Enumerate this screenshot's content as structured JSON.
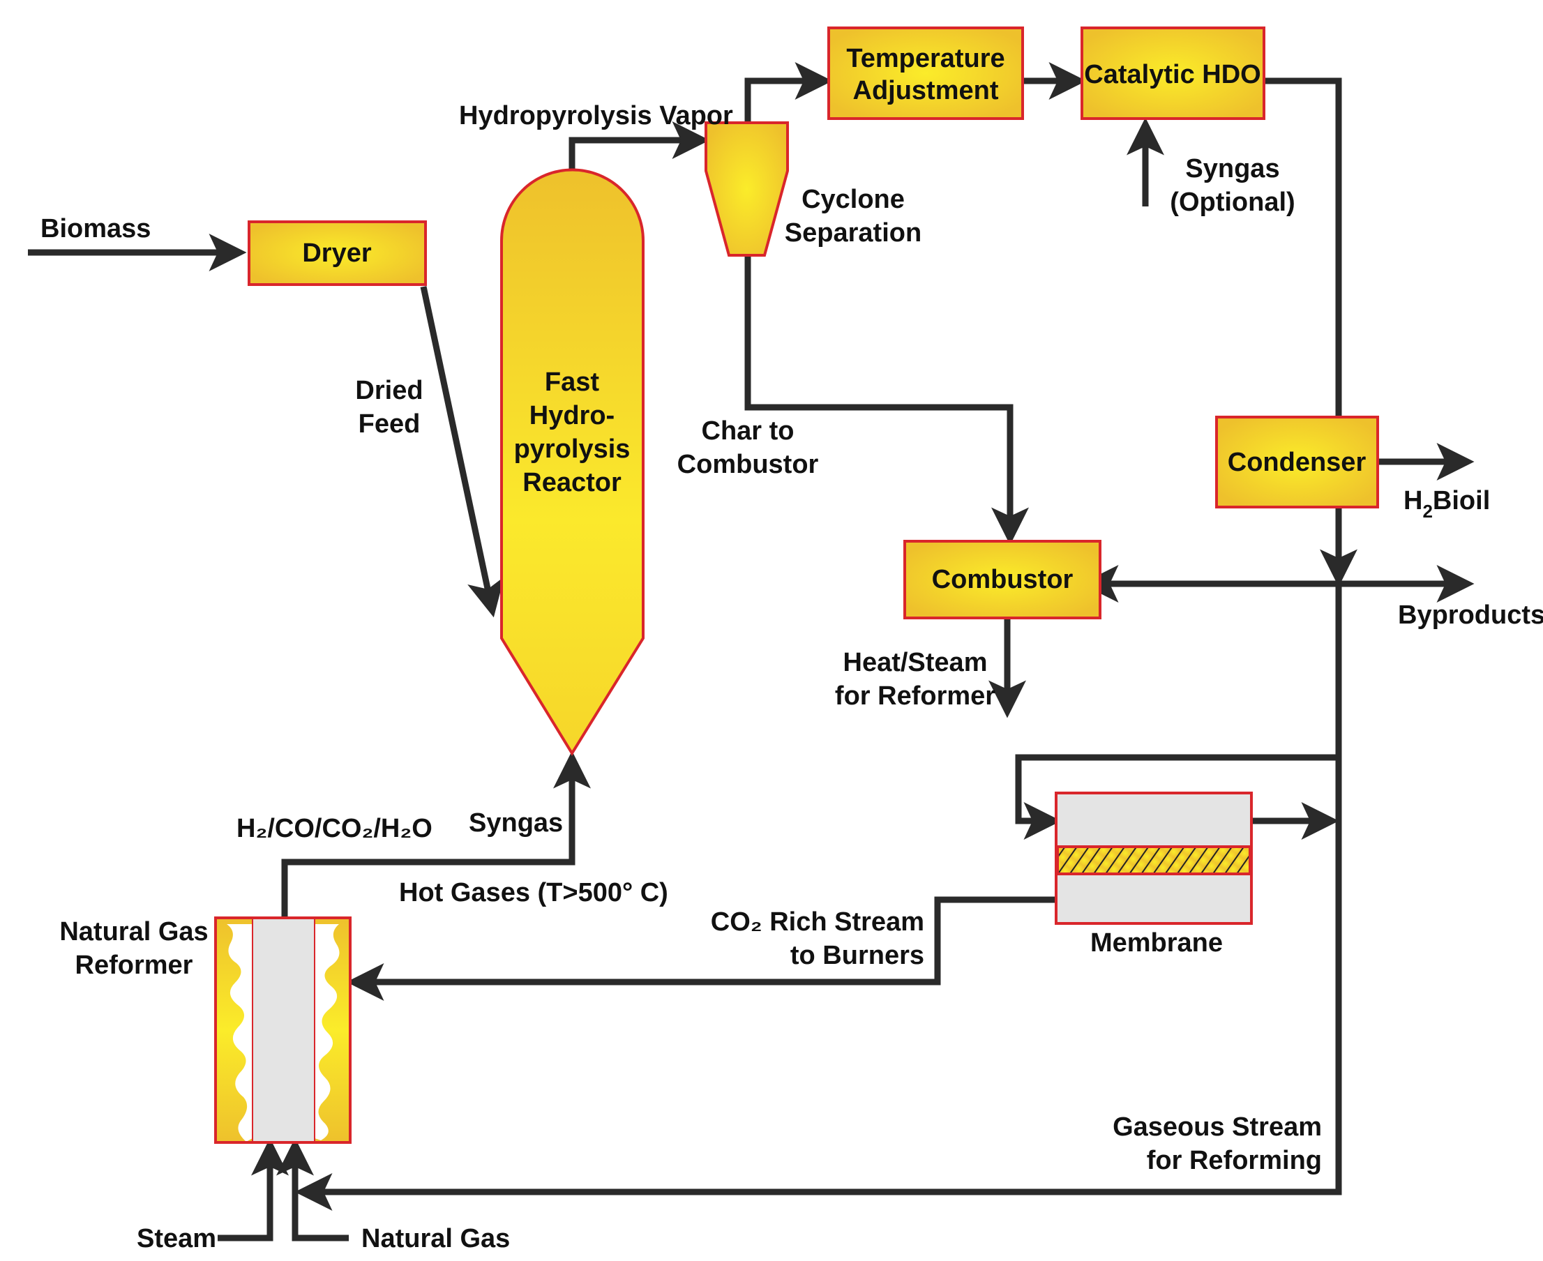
{
  "title": "Hydropyrolysis process flow with natural gas reformer",
  "colors": {
    "unit_fill_center": "#fbec2a",
    "unit_fill_edge": "#eec12c",
    "unit_border": "#d9262b",
    "line": "#2a2a2a",
    "vessel_gray": "#e4e4e4"
  },
  "units": {
    "dryer": "Dryer",
    "reactor": [
      "Fast",
      "Hydro-",
      "pyrolysis",
      "Reactor"
    ],
    "temperature_adjustment": [
      "Temperature",
      "Adjustment"
    ],
    "catalytic_hdo": "Catalytic HDO",
    "condenser": "Condenser",
    "combustor": "Combustor",
    "membrane": "Membrane",
    "reformer": [
      "Natural Gas",
      "Reformer"
    ],
    "cyclone": [
      "Cyclone",
      "Separation"
    ]
  },
  "streams": {
    "biomass": "Biomass",
    "dried_feed": [
      "Dried",
      "Feed"
    ],
    "hydropyrolysis_vapor": "Hydropyrolysis Vapor",
    "syngas_optional": [
      "Syngas",
      "(Optional)"
    ],
    "char_to_combustor": [
      "Char to",
      "Combustor"
    ],
    "h2bioil": {
      "main": "H",
      "sub": "2",
      "rest": "Bioil"
    },
    "byproducts": "Byproducts",
    "heat_steam": [
      "Heat/Steam",
      "for Reformer"
    ],
    "reformer_outlet": "H₂/CO/CO₂/H₂O",
    "syngas": "Syngas",
    "hot_gases": "Hot Gases  (T>500° C)",
    "co2_rich": [
      "CO₂ Rich Stream",
      "to Burners"
    ],
    "gaseous_stream": [
      "Gaseous Stream",
      "for Reforming"
    ],
    "steam": "Steam",
    "natural_gas": "Natural Gas"
  }
}
